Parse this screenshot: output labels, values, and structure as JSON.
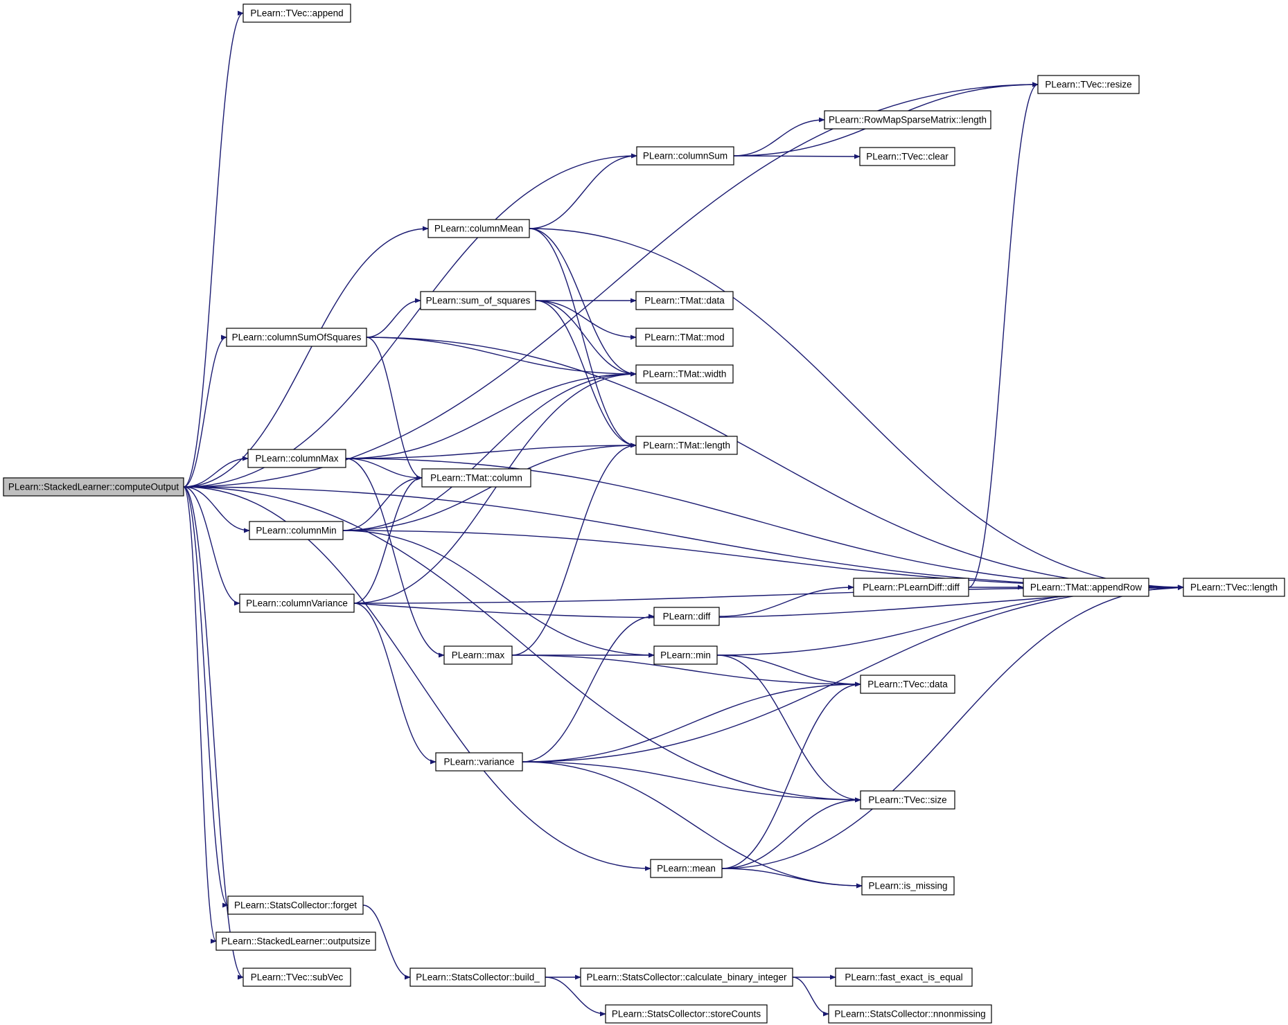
{
  "diagram": {
    "type": "call-graph",
    "root": "computeOutput",
    "colors": {
      "edge": "#191970",
      "root_fill": "#bfbfbf",
      "node_fill": "#ffffff",
      "node_border": "#000000"
    },
    "nodes": [
      {
        "id": "computeOutput",
        "label": "PLearn::StackedLearner::computeOutput",
        "root": true
      },
      {
        "id": "append",
        "label": "PLearn::TVec::append"
      },
      {
        "id": "resize",
        "label": "PLearn::TVec::resize"
      },
      {
        "id": "rmsmLength",
        "label": "PLearn::RowMapSparseMatrix::length"
      },
      {
        "id": "columnSum",
        "label": "PLearn::columnSum"
      },
      {
        "id": "tvecClear",
        "label": "PLearn::TVec::clear"
      },
      {
        "id": "columnMean",
        "label": "PLearn::columnMean"
      },
      {
        "id": "sumSquares",
        "label": "PLearn::sum_of_squares"
      },
      {
        "id": "tmatData",
        "label": "PLearn::TMat::data"
      },
      {
        "id": "tmatMod",
        "label": "PLearn::TMat::mod"
      },
      {
        "id": "columnSumSq",
        "label": "PLearn::columnSumOfSquares"
      },
      {
        "id": "tmatWidth",
        "label": "PLearn::TMat::width"
      },
      {
        "id": "columnMax",
        "label": "PLearn::columnMax"
      },
      {
        "id": "tmatLength",
        "label": "PLearn::TMat::length"
      },
      {
        "id": "tmatColumn",
        "label": "PLearn::TMat::column"
      },
      {
        "id": "columnMin",
        "label": "PLearn::columnMin"
      },
      {
        "id": "columnVar",
        "label": "PLearn::columnVariance"
      },
      {
        "id": "pdiff",
        "label": "PLearn::PLearnDiff::diff"
      },
      {
        "id": "appendRow",
        "label": "PLearn::TMat::appendRow"
      },
      {
        "id": "tvecLength",
        "label": "PLearn::TVec::length"
      },
      {
        "id": "diff",
        "label": "PLearn::diff"
      },
      {
        "id": "max",
        "label": "PLearn::max"
      },
      {
        "id": "min",
        "label": "PLearn::min"
      },
      {
        "id": "tvecData",
        "label": "PLearn::TVec::data"
      },
      {
        "id": "variance",
        "label": "PLearn::variance"
      },
      {
        "id": "tvecSize",
        "label": "PLearn::TVec::size"
      },
      {
        "id": "mean",
        "label": "PLearn::mean"
      },
      {
        "id": "isMissing",
        "label": "PLearn::is_missing"
      },
      {
        "id": "scForget",
        "label": "PLearn::StatsCollector::forget"
      },
      {
        "id": "slOutputsize",
        "label": "PLearn::StackedLearner::outputsize"
      },
      {
        "id": "subVec",
        "label": "PLearn::TVec::subVec"
      },
      {
        "id": "scBuild",
        "label": "PLearn::StatsCollector::build_"
      },
      {
        "id": "scCalc",
        "label": "PLearn::StatsCollector::calculate_binary_integer"
      },
      {
        "id": "fastEq",
        "label": "PLearn::fast_exact_is_equal"
      },
      {
        "id": "scStore",
        "label": "PLearn::StatsCollector::storeCounts"
      },
      {
        "id": "scNonmissing",
        "label": "PLearn::StatsCollector::nnonmissing"
      }
    ],
    "edges": [
      [
        "computeOutput",
        "append"
      ],
      [
        "computeOutput",
        "resize"
      ],
      [
        "computeOutput",
        "columnSum"
      ],
      [
        "computeOutput",
        "tvecLength"
      ],
      [
        "computeOutput",
        "columnMean"
      ],
      [
        "computeOutput",
        "columnSumSq"
      ],
      [
        "computeOutput",
        "columnMax"
      ],
      [
        "computeOutput",
        "columnMin"
      ],
      [
        "computeOutput",
        "columnVar"
      ],
      [
        "computeOutput",
        "tvecSize"
      ],
      [
        "computeOutput",
        "mean"
      ],
      [
        "computeOutput",
        "scForget"
      ],
      [
        "computeOutput",
        "slOutputsize"
      ],
      [
        "computeOutput",
        "subVec"
      ],
      [
        "columnSum",
        "resize"
      ],
      [
        "columnSum",
        "rmsmLength"
      ],
      [
        "columnSum",
        "tvecClear"
      ],
      [
        "columnMean",
        "columnSum"
      ],
      [
        "columnMean",
        "tvecLength"
      ],
      [
        "columnMean",
        "tmatWidth"
      ],
      [
        "columnMean",
        "tmatLength"
      ],
      [
        "columnSumSq",
        "sumSquares"
      ],
      [
        "columnSumSq",
        "tvecLength"
      ],
      [
        "columnSumSq",
        "tmatWidth"
      ],
      [
        "columnSumSq",
        "tmatColumn"
      ],
      [
        "sumSquares",
        "tmatData"
      ],
      [
        "sumSquares",
        "tmatMod"
      ],
      [
        "sumSquares",
        "tmatWidth"
      ],
      [
        "sumSquares",
        "tmatLength"
      ],
      [
        "columnMax",
        "tmatWidth"
      ],
      [
        "columnMax",
        "tvecLength"
      ],
      [
        "columnMax",
        "tmatLength"
      ],
      [
        "columnMax",
        "tmatColumn"
      ],
      [
        "columnMax",
        "max"
      ],
      [
        "columnMin",
        "tmatColumn"
      ],
      [
        "columnMin",
        "tmatWidth"
      ],
      [
        "columnMin",
        "tmatLength"
      ],
      [
        "columnMin",
        "min"
      ],
      [
        "columnMin",
        "tvecLength"
      ],
      [
        "columnVar",
        "tmatColumn"
      ],
      [
        "columnVar",
        "tmatWidth"
      ],
      [
        "columnVar",
        "tvecLength"
      ],
      [
        "columnVar",
        "variance"
      ],
      [
        "columnVar",
        "tvecLength"
      ],
      [
        "max",
        "tmatLength"
      ],
      [
        "max",
        "tvecData"
      ],
      [
        "max",
        "min"
      ],
      [
        "min",
        "tvecLength"
      ],
      [
        "min",
        "tvecData"
      ],
      [
        "min",
        "tvecSize"
      ],
      [
        "diff",
        "pdiff"
      ],
      [
        "pdiff",
        "resize"
      ],
      [
        "pdiff",
        "appendRow"
      ],
      [
        "appendRow",
        "tvecLength"
      ],
      [
        "variance",
        "diff"
      ],
      [
        "variance",
        "tvecData"
      ],
      [
        "variance",
        "tvecLength"
      ],
      [
        "variance",
        "tvecSize"
      ],
      [
        "variance",
        "isMissing"
      ],
      [
        "mean",
        "tvecData"
      ],
      [
        "mean",
        "tvecSize"
      ],
      [
        "mean",
        "tvecLength"
      ],
      [
        "mean",
        "isMissing"
      ],
      [
        "scForget",
        "scBuild"
      ],
      [
        "scBuild",
        "scCalc"
      ],
      [
        "scBuild",
        "scStore"
      ],
      [
        "scCalc",
        "fastEq"
      ],
      [
        "scCalc",
        "scNonmissing"
      ]
    ]
  }
}
